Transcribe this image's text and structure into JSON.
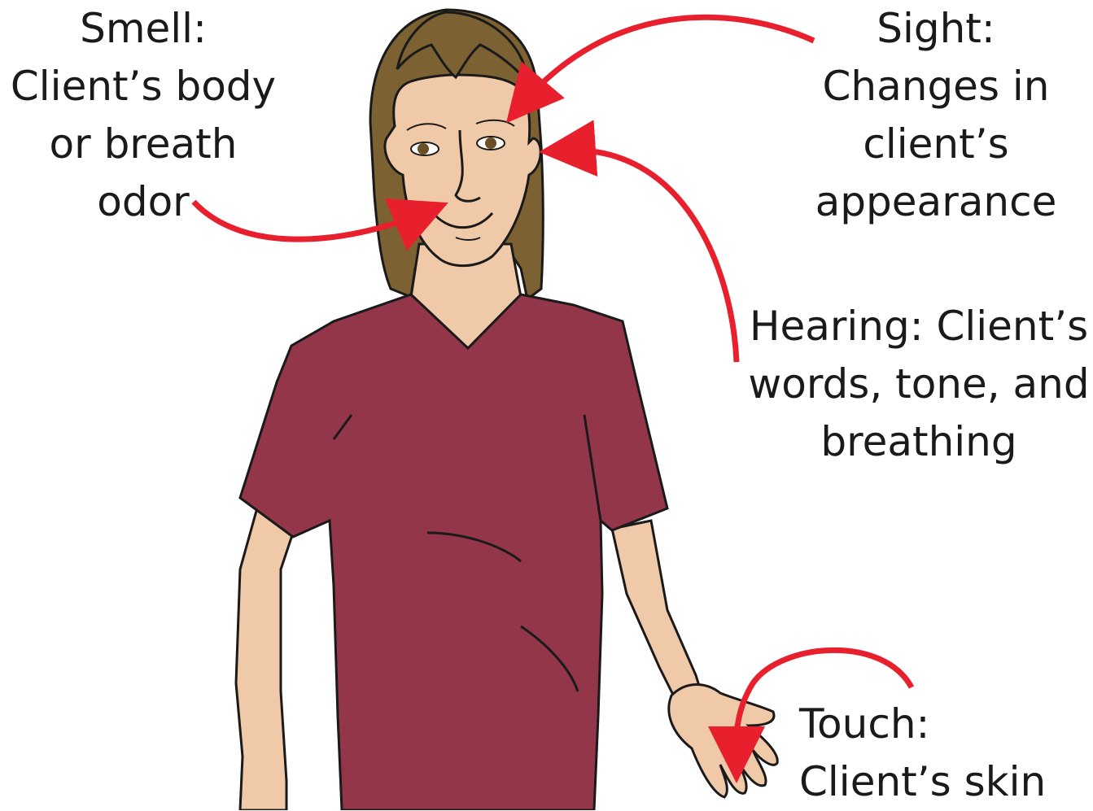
{
  "labels": {
    "smell": {
      "line1": "Smell:",
      "line2": "Client’s body",
      "line3": "or breath",
      "line4": "odor"
    },
    "sight": {
      "line1": "Sight:",
      "line2": "Changes in",
      "line3": "client’s",
      "line4": "appearance"
    },
    "hearing": {
      "line1": "Hearing: Client’s",
      "line2": "words, tone, and",
      "line3": "breathing"
    },
    "touch": {
      "line1": "Touch:",
      "line2": "Client’s skin"
    }
  },
  "colors": {
    "arrow": "#e81f2c",
    "shirt": "#93364a",
    "skin": "#f0c9a8",
    "hair": "#7c6233",
    "outline": "#1a1a1a"
  }
}
